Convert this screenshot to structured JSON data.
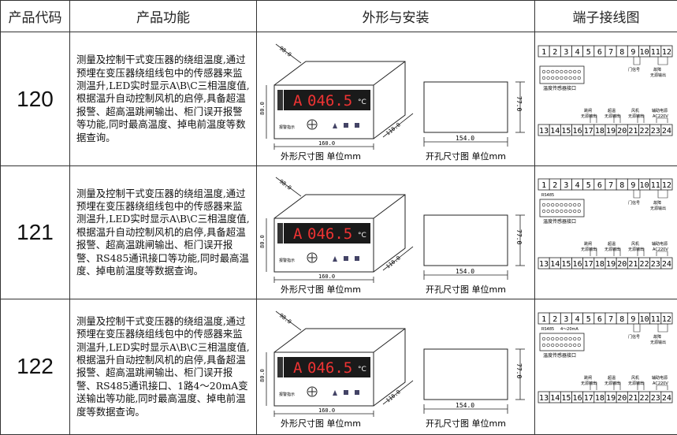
{
  "header": {
    "code": "产品代码",
    "function": "产品功能",
    "install": "外形与安装",
    "wiring": "端子接线图"
  },
  "drawing": {
    "outline_caption": "外形尺寸图 单位mm",
    "cutout_caption": "开孔尺寸图 单位mm",
    "dim_depth": "98.0",
    "dim_height": "80.0",
    "dim_width": "160.0",
    "dim_side": "118.0",
    "cut_width": "154.0",
    "cut_height": "77.0",
    "display_phase": "A",
    "display_value": "046.5",
    "display_unit": "°C",
    "front_label": "报警指示"
  },
  "terminal": {
    "top_numbers": [
      "1",
      "2",
      "3",
      "4",
      "5",
      "6",
      "7",
      "8",
      "9",
      "10",
      "11",
      "12"
    ],
    "bottom_numbers": [
      "13",
      "14",
      "15",
      "16",
      "17",
      "18",
      "19",
      "20",
      "21",
      "22",
      "23",
      "24"
    ],
    "sensor_label": "温度传感器接口",
    "trip_label": "跳闸\n无源输出",
    "overtemp_label": "超温\n无源输出",
    "fan_label": "风机\n无源输出",
    "power_label": "辅助电源\nAC220V",
    "door_label": "门信号",
    "fault_label": "故障\n无源输出",
    "rs485_label": "RS485",
    "current_label": "4～20mA"
  },
  "products": [
    {
      "code": "120",
      "description": "测量及控制干式变压器的绕组温度,通过预埋在变压器绕组线包中的传感器来监测温升,LED实时显示A\\B\\C三相温度值,根据温升自动控制风机的启停,具备超温报警、超高温跳闸输出、柜门误开报警等功能,同时最高温度、掉电前温度等数据查询。"
    },
    {
      "code": "121",
      "description": "测量及控制干式变压器的绕组温度,通过预埋在变压器绕组线包中的传感器来监测温升,LED实时显示A\\B\\C三相温度值,根据温升自动控制风机的启停,具备超温报警、超高温跳闸输出、柜门误开报警、RS485通讯接口等功能,同时最高温度、掉电前温度等数据查询。"
    },
    {
      "code": "122",
      "description": "测量及控制干式变压器的绕组温度,通过预埋在变压器绕组线包中的传感器来监测温升,LED实时显示A\\B\\C三相温度值,根据温升自动控制风机的启停,具备超温报警、超高温跳闸输出、柜门误开报警、RS485通讯接口、1路4～20mA变送输出等功能,同时最高温度、掉电前温度等数据查询。"
    }
  ]
}
